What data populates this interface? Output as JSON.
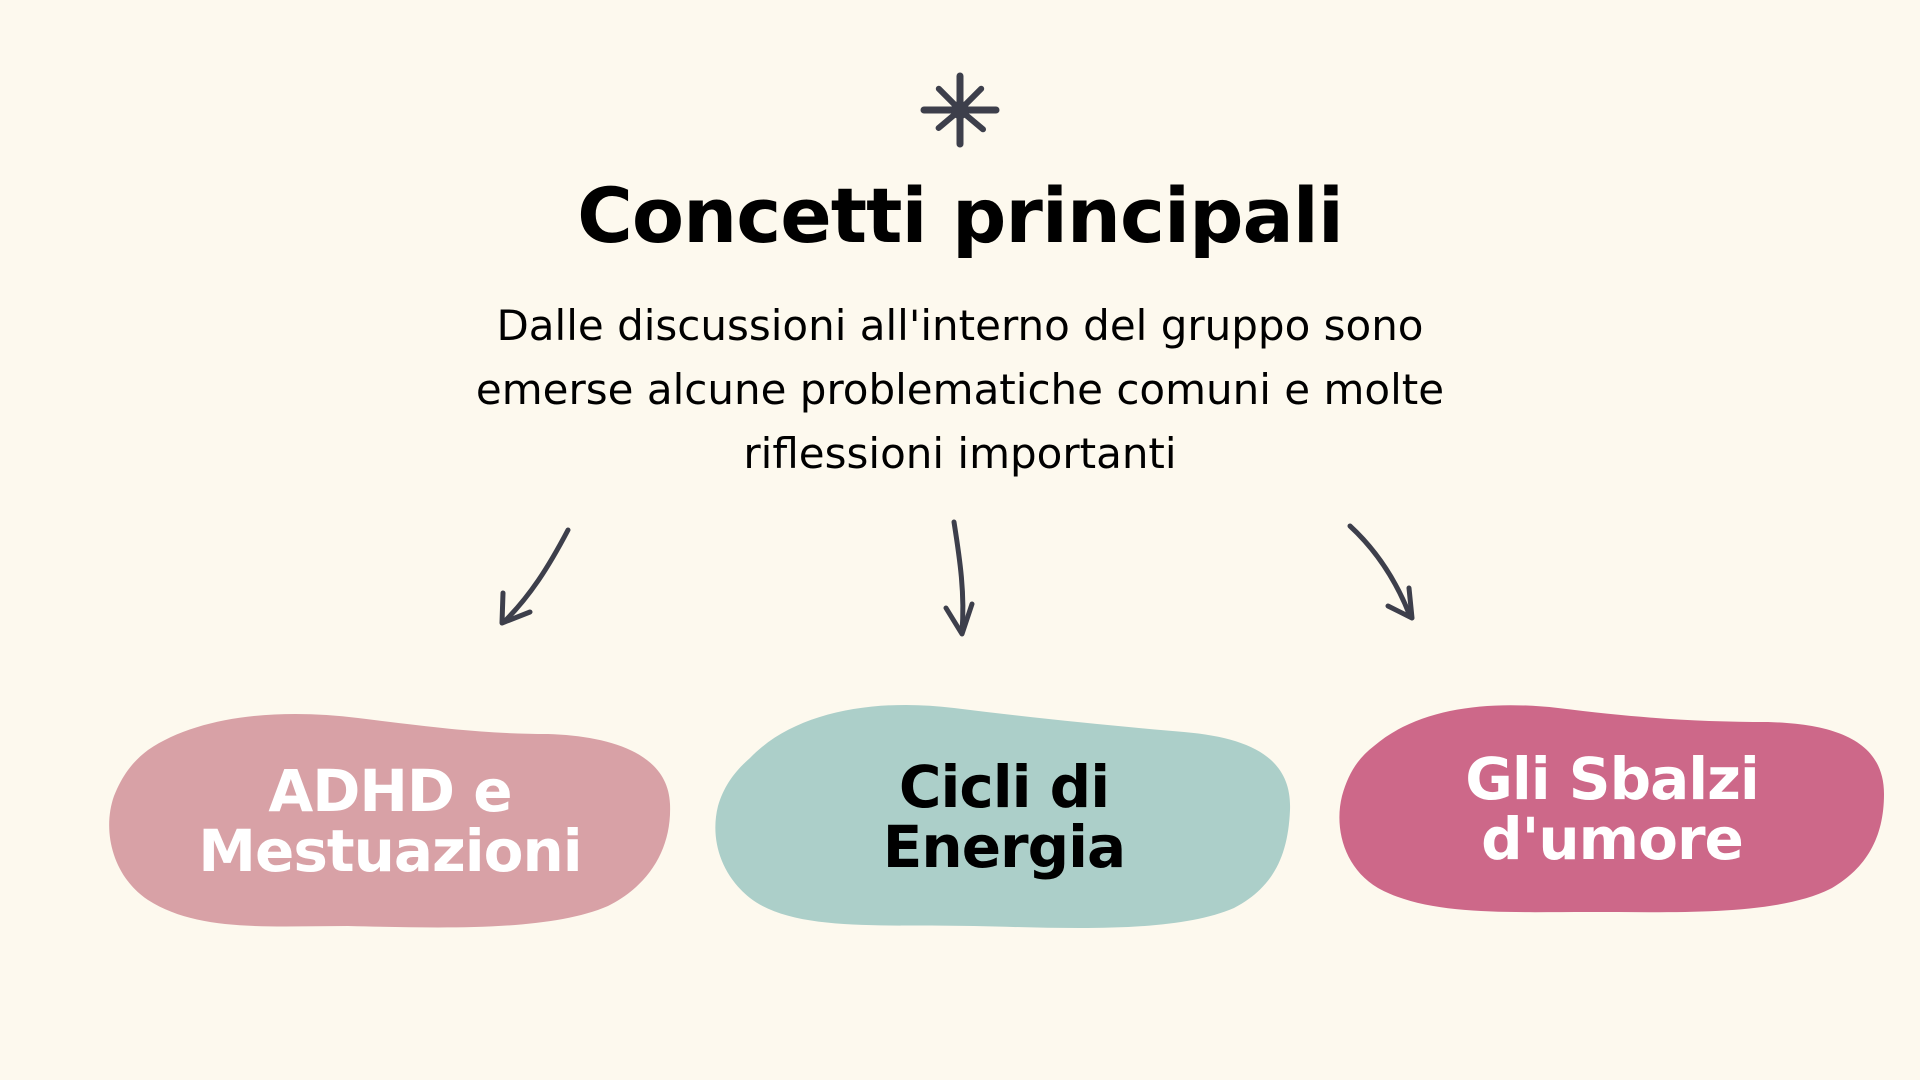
{
  "colors": {
    "background": "#fdf9ee",
    "text": "#000000",
    "ink": "#3d3f4b",
    "blob_1": "#d8a1a6",
    "blob_2": "#accfc9",
    "blob_3": "#cd6889",
    "blob_1_text": "#ffffff",
    "blob_2_text": "#000000",
    "blob_3_text": "#ffffff"
  },
  "header": {
    "icon": "asterisk-star-icon",
    "title": "Concetti principali",
    "subtitle": "Dalle discussioni all'interno del gruppo sono emerse alcune problematiche comuni e molte riflessioni importanti"
  },
  "concepts": [
    {
      "lines": [
        "ADHD e",
        "Mestuazioni"
      ]
    },
    {
      "lines": [
        "Cicli di",
        "Energia"
      ]
    },
    {
      "lines": [
        "Gli Sbalzi",
        "d'umore"
      ]
    }
  ],
  "arrows": [
    "arrow-down-left-icon",
    "arrow-down-icon",
    "arrow-down-right-icon"
  ]
}
